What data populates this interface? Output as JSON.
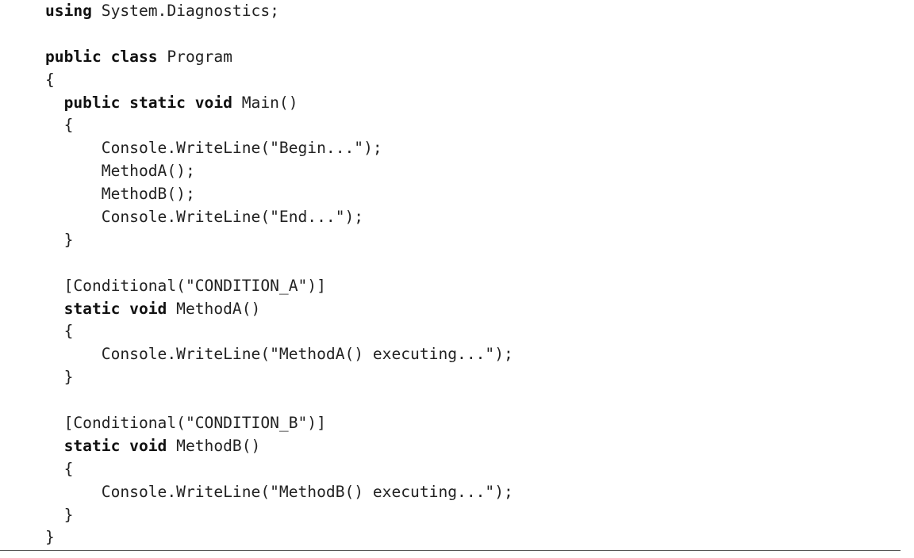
{
  "code_lines": [
    [
      {
        "t": "using",
        "kw": true
      },
      {
        "t": " System.Diagnostics;"
      }
    ],
    [],
    [
      {
        "t": "public class",
        "kw": true
      },
      {
        "t": " Program"
      }
    ],
    [
      {
        "t": "{"
      }
    ],
    [
      {
        "t": "  "
      },
      {
        "t": "public static void",
        "kw": true
      },
      {
        "t": " Main()"
      }
    ],
    [
      {
        "t": "  {"
      }
    ],
    [
      {
        "t": "      Console.WriteLine(\"Begin...\");"
      }
    ],
    [
      {
        "t": "      MethodA();"
      }
    ],
    [
      {
        "t": "      MethodB();"
      }
    ],
    [
      {
        "t": "      Console.WriteLine(\"End...\");"
      }
    ],
    [
      {
        "t": "  }"
      }
    ],
    [],
    [
      {
        "t": "  [Conditional(\"CONDITION_A\")]"
      }
    ],
    [
      {
        "t": "  "
      },
      {
        "t": "static void",
        "kw": true
      },
      {
        "t": " MethodA()"
      }
    ],
    [
      {
        "t": "  {"
      }
    ],
    [
      {
        "t": "      Console.WriteLine(\"MethodA() executing...\");"
      }
    ],
    [
      {
        "t": "  }"
      }
    ],
    [],
    [
      {
        "t": "  [Conditional(\"CONDITION_B\")]"
      }
    ],
    [
      {
        "t": "  "
      },
      {
        "t": "static void",
        "kw": true
      },
      {
        "t": " MethodB()"
      }
    ],
    [
      {
        "t": "  {"
      }
    ],
    [
      {
        "t": "      Console.WriteLine(\"MethodB() executing...\");"
      }
    ],
    [
      {
        "t": "  }"
      }
    ],
    [
      {
        "t": "}"
      }
    ]
  ]
}
